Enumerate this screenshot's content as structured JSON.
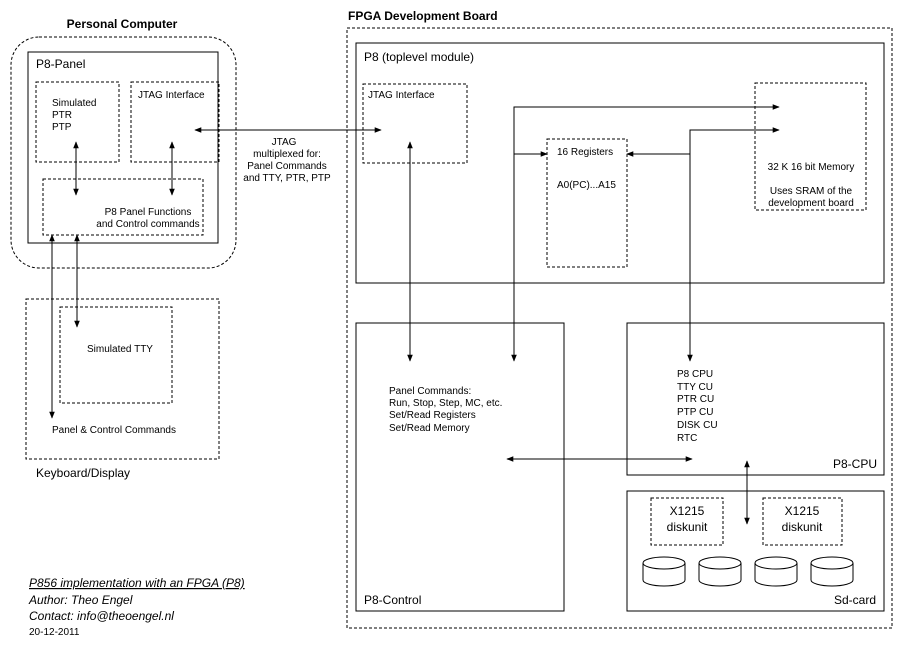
{
  "pc": {
    "title": "Personal Computer",
    "panel_label": "P8-Panel",
    "sim_lines": [
      "Simulated",
      "PTR",
      "PTP"
    ],
    "jtag_label": "JTAG Interface",
    "funcs_lines": [
      "P8 Panel Functions",
      "and Control commands"
    ]
  },
  "kbd": {
    "tty_label": "Simulated TTY",
    "cmds_label": "Panel & Control Commands",
    "caption": "Keyboard/Display"
  },
  "link": {
    "lines": [
      "JTAG",
      "multiplexed for:",
      "Panel Commands",
      "and TTY, PTR, PTP"
    ]
  },
  "fpga": {
    "title": "FPGA Development Board",
    "top_label": "P8 (toplevel module)",
    "jtag_label": "JTAG Interface",
    "regs_lines": [
      "16 Registers",
      "A0(PC)...A15"
    ],
    "mem_lines": [
      "32 K 16 bit Memory",
      "Uses SRAM of the",
      "development board"
    ]
  },
  "control": {
    "cmd_lines": [
      "Panel Commands:",
      "Run, Stop, Step, MC, etc.",
      "Set/Read Registers",
      "Set/Read Memory"
    ],
    "label": "P8-Control"
  },
  "cpu": {
    "unit_lines": [
      "P8 CPU",
      "TTY CU",
      "PTR CU",
      "PTP CU",
      "DISK CU",
      "RTC"
    ],
    "label": "P8-CPU"
  },
  "sd": {
    "disk_lines": [
      "X1215",
      "diskunit"
    ],
    "label": "Sd-card"
  },
  "footer": {
    "lines": [
      "P856 implementation with an FPGA (P8)",
      "Author: Theo Engel",
      "Contact: info@theoengel.nl",
      "20-12-2011"
    ]
  }
}
